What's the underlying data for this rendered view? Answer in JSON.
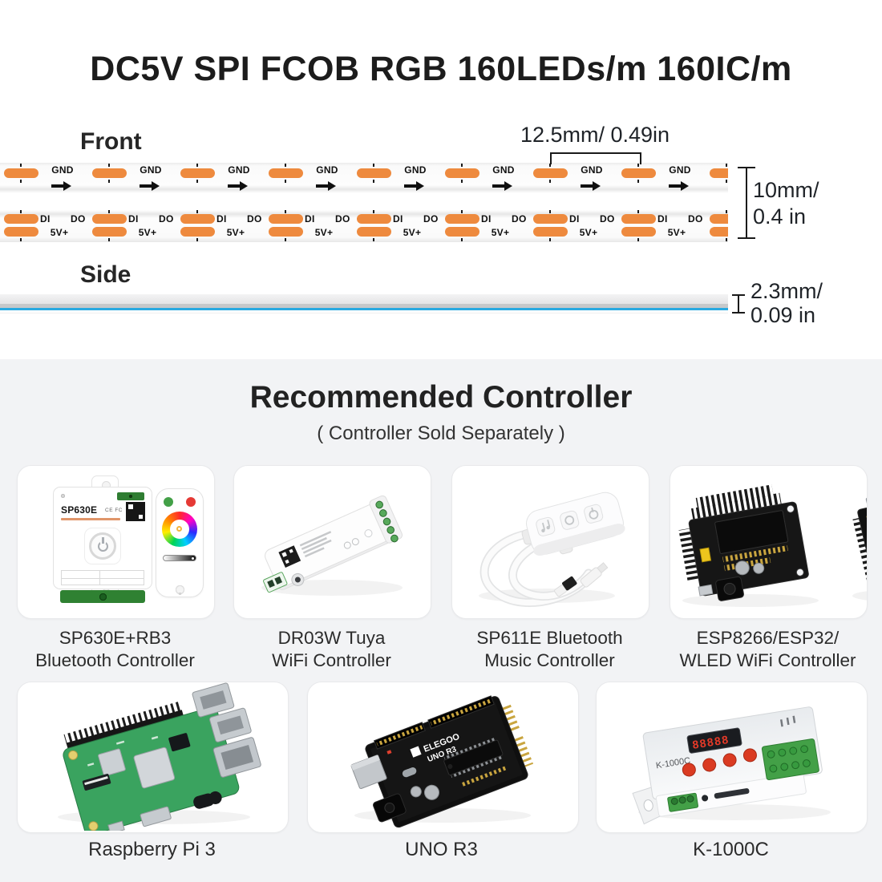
{
  "page": {
    "title": "DC5V SPI FCOB RGB 160LEDs/m 160IC/m"
  },
  "front_view": {
    "label": "Front",
    "pitch_dimension": "12.5mm/ 0.49in",
    "width_dimension_line1": "10mm/",
    "width_dimension_line2": "0.4 in",
    "segment_count": 9,
    "pins": {
      "ground": "GND",
      "data_in": "DI",
      "data_out": "DO",
      "power": "5V+"
    }
  },
  "side_view": {
    "label": "Side",
    "thickness_dimension_line1": "2.3mm/",
    "thickness_dimension_line2": "0.09 in"
  },
  "recommended": {
    "heading": "Recommended Controller",
    "subheading": "( Controller Sold Separately )",
    "cards_row1": [
      {
        "line1": "SP630E+RB3",
        "line2": "Bluetooth Controller",
        "device_marking": "SP630E",
        "device_certs": "CE FC"
      },
      {
        "line1": "DR03W Tuya",
        "line2": "WiFi Controller"
      },
      {
        "line1": "SP611E Bluetooth",
        "line2": "Music Controller"
      },
      {
        "line1": "ESP8266/ESP32/",
        "line2": "WLED WiFi Controller"
      }
    ],
    "cards_row2": [
      {
        "label": "Raspberry Pi 3"
      },
      {
        "label": "UNO R3",
        "device_marking_line1": "ELEGOO",
        "device_marking_line2": "UNO R3"
      },
      {
        "label": "K-1000C",
        "device_marking": "K-1000C",
        "device_display": "88888"
      }
    ]
  },
  "colors": {
    "pad_orange": "#ee8a3e",
    "strip_blue": "#29a9e1",
    "section_bg": "#f2f3f5",
    "text_dark": "#1f2328"
  }
}
